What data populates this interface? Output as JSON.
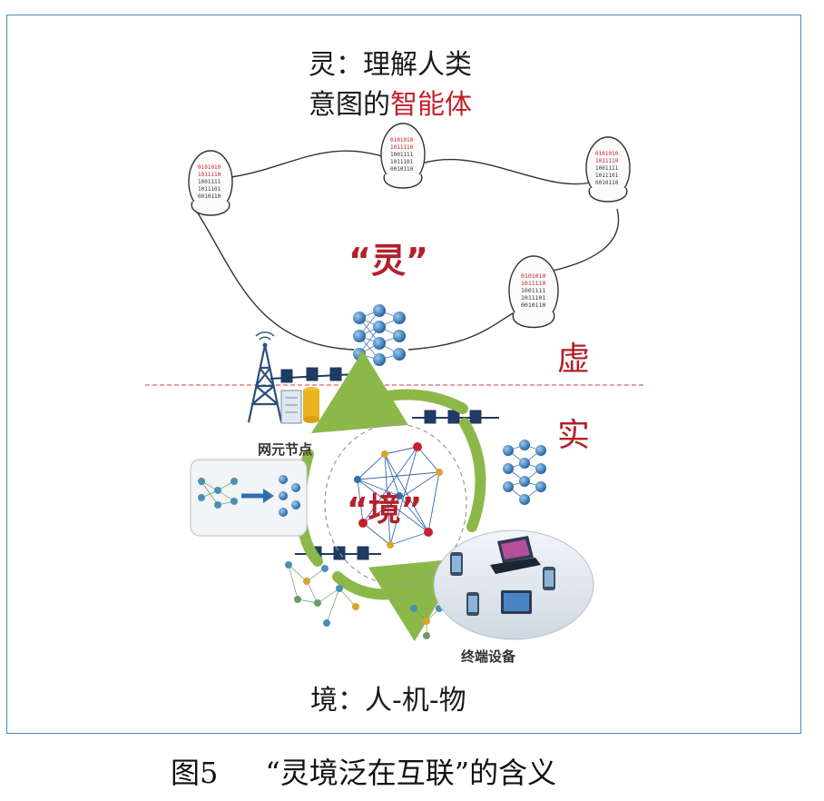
{
  "top_label": {
    "line1": "灵：理解人类",
    "line2_prefix": "意图的",
    "line2_highlight": "智能体"
  },
  "ling_label": "“灵”",
  "xu_label": "虚",
  "shi_label": "实",
  "jing_label": "“境”",
  "network_node_label": "网元节点",
  "terminal_label": "终端设备",
  "bottom_label": "境：人-机-物",
  "caption": {
    "figure_no": "图5",
    "text": "“灵境泛在互联”的含义"
  },
  "head_binary": [
    "0101010",
    "1011110",
    "1001111",
    "1011101",
    "0010110"
  ],
  "colors": {
    "frame": "#3a8fc2",
    "accent_red": "#b3202a",
    "arrow_green": "#8cb84a",
    "net_blue": "#2f6fb0",
    "divider": "#e06060"
  }
}
